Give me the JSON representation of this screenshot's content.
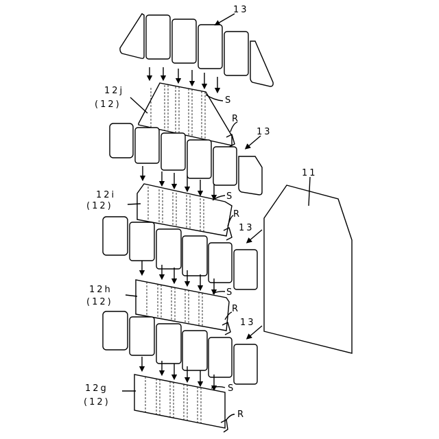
{
  "labels": {
    "l13a": "13",
    "l12j": "12j",
    "l12j_sub": "(12)",
    "sj": "S",
    "rj": "R",
    "l13b": "13",
    "l11": "11",
    "l12i": "12i",
    "l12i_sub": "(12)",
    "si": "S",
    "ri": "R",
    "l13c": "13",
    "l12h": "12h",
    "l12h_sub": "(12)",
    "sh": "S",
    "rh": "R",
    "l13d": "13",
    "l12g": "12g",
    "l12g_sub": "(12)",
    "sg": "S",
    "rg": "R"
  }
}
